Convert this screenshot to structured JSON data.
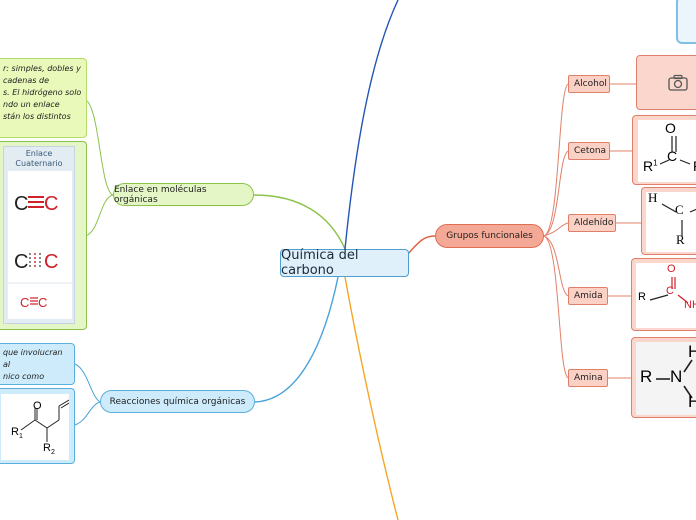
{
  "center": {
    "label": "Química del carbono"
  },
  "left_branches": {
    "enlace": {
      "label": "Enlace en moléculas orgánicas",
      "note_lines": [
        "r: simples, dobles y",
        "cadenas de",
        "s. El hidrógeno solo",
        "ndo un enlace",
        "stán los distintos"
      ],
      "image_title_line1": "Enlace",
      "image_title_line2": "Cuaternario"
    },
    "reacciones": {
      "label": "Reacciones química orgánicas",
      "note_lines": [
        "que involucran al",
        "nico como"
      ],
      "image_r1": "R",
      "image_r1_sub": "1",
      "image_r2": "R",
      "image_r2_sub": "2",
      "image_o": "O"
    }
  },
  "right_branch": {
    "label": "Grupos funcionales",
    "items": [
      {
        "label": "Alcohol"
      },
      {
        "label": "Cetona",
        "formula_o": "O",
        "formula_c": "C",
        "formula_r": "R",
        "formula_r_sup": "1",
        "formula_r2": "R"
      },
      {
        "label": "Aldehído",
        "formula_h": "H",
        "formula_c": "C",
        "formula_r": "R"
      },
      {
        "label": "Amida",
        "formula_o": "O",
        "formula_c": "C",
        "formula_r": "R",
        "formula_nh": "NH"
      },
      {
        "label": "Amina",
        "formula_r": "R",
        "formula_n": "N",
        "formula_h1": "H",
        "formula_h2": "H"
      }
    ]
  },
  "colors": {
    "green": "#8bc34a",
    "blue": "#4aa3d8",
    "red": "#e0603f",
    "navy": "#2456b5",
    "orange": "#f5a623",
    "bond_red": "#d0202a"
  }
}
